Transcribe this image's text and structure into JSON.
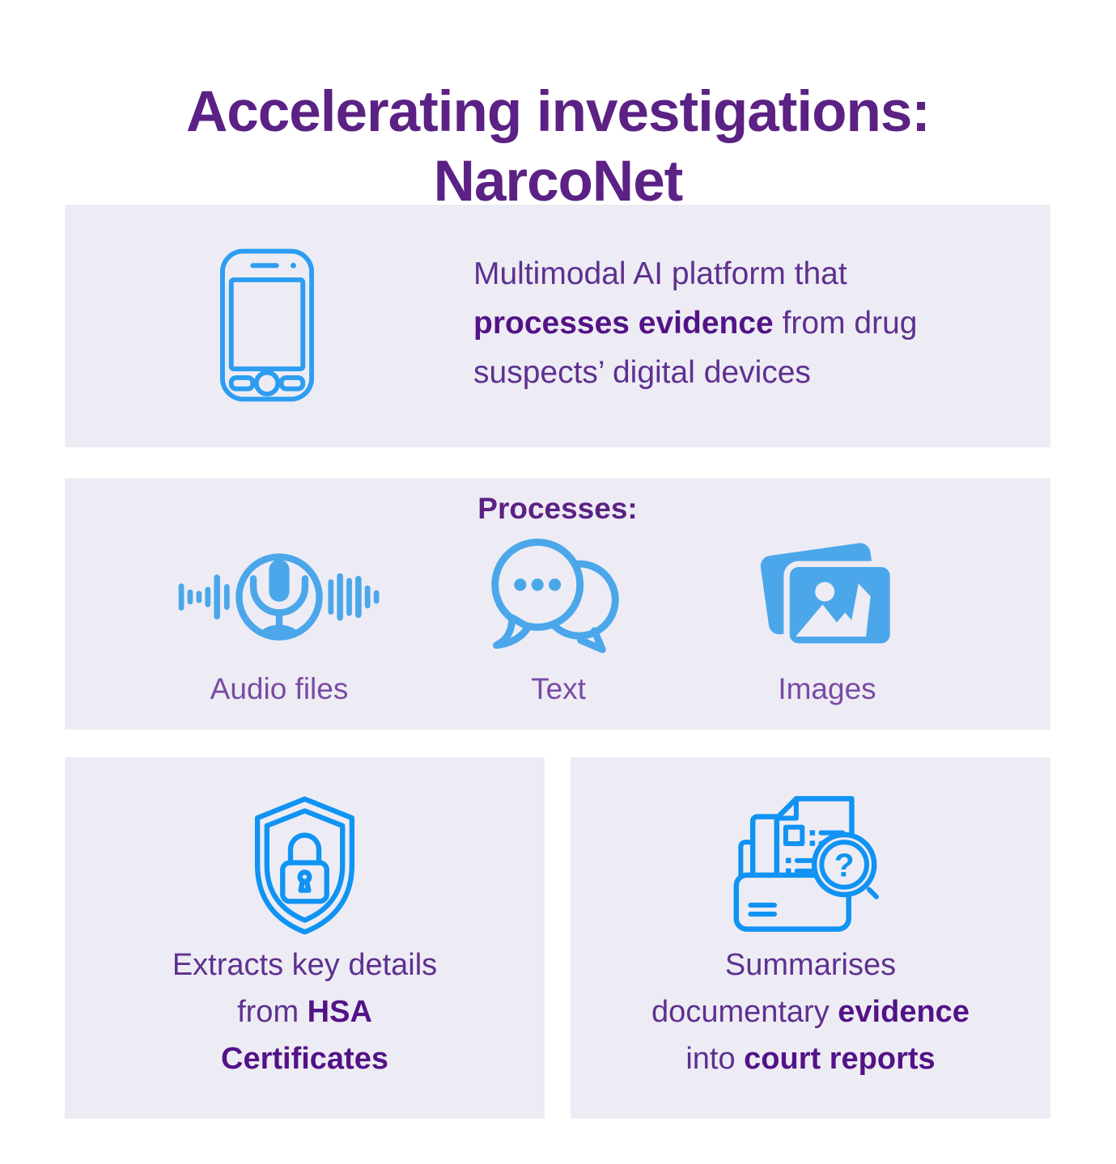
{
  "colors": {
    "page_bg": "#ffffff",
    "panel_bg": "#edecf4",
    "title_purple": "#5b2184",
    "body_purple": "#5e3090",
    "bold_purple": "#531287",
    "label_purple": "#7a4aa4",
    "icon_blue_phone": "#2d9df1",
    "icon_blue_vivid": "#1093f3",
    "icon_blue_soft": "#4ba7ea"
  },
  "title": {
    "line1": "Accelerating investigations:",
    "line2": "NarcoNet"
  },
  "platform_panel": {
    "icon": "smartphone-icon",
    "lines": [
      [
        {
          "text": "Multimodal AI platform that",
          "bold": false
        }
      ],
      [
        {
          "text": "processes evidence",
          "bold": true
        },
        {
          "text": " from drug",
          "bold": false
        }
      ],
      [
        {
          "text": "suspects’ digital devices",
          "bold": false
        }
      ]
    ]
  },
  "processes_panel": {
    "heading": "Processes:",
    "items": [
      {
        "icon": "audio-waveform-microphone-icon",
        "label": "Audio files"
      },
      {
        "icon": "chat-bubbles-icon",
        "label": "Text"
      },
      {
        "icon": "photo-images-icon",
        "label": "Images"
      }
    ]
  },
  "hsa_panel": {
    "icon": "shield-lock-icon",
    "lines": [
      [
        {
          "text": "Extracts key details",
          "bold": false
        }
      ],
      [
        {
          "text": "from ",
          "bold": false
        },
        {
          "text": "HSA",
          "bold": true
        }
      ],
      [
        {
          "text": "Certificates",
          "bold": true
        }
      ]
    ]
  },
  "court_panel": {
    "icon": "document-search-folder-icon",
    "lines": [
      [
        {
          "text": "Summarises",
          "bold": false
        }
      ],
      [
        {
          "text": "documentary ",
          "bold": false
        },
        {
          "text": "evidence",
          "bold": true
        }
      ],
      [
        {
          "text": "into ",
          "bold": false
        },
        {
          "text": "court reports",
          "bold": true
        }
      ]
    ]
  }
}
